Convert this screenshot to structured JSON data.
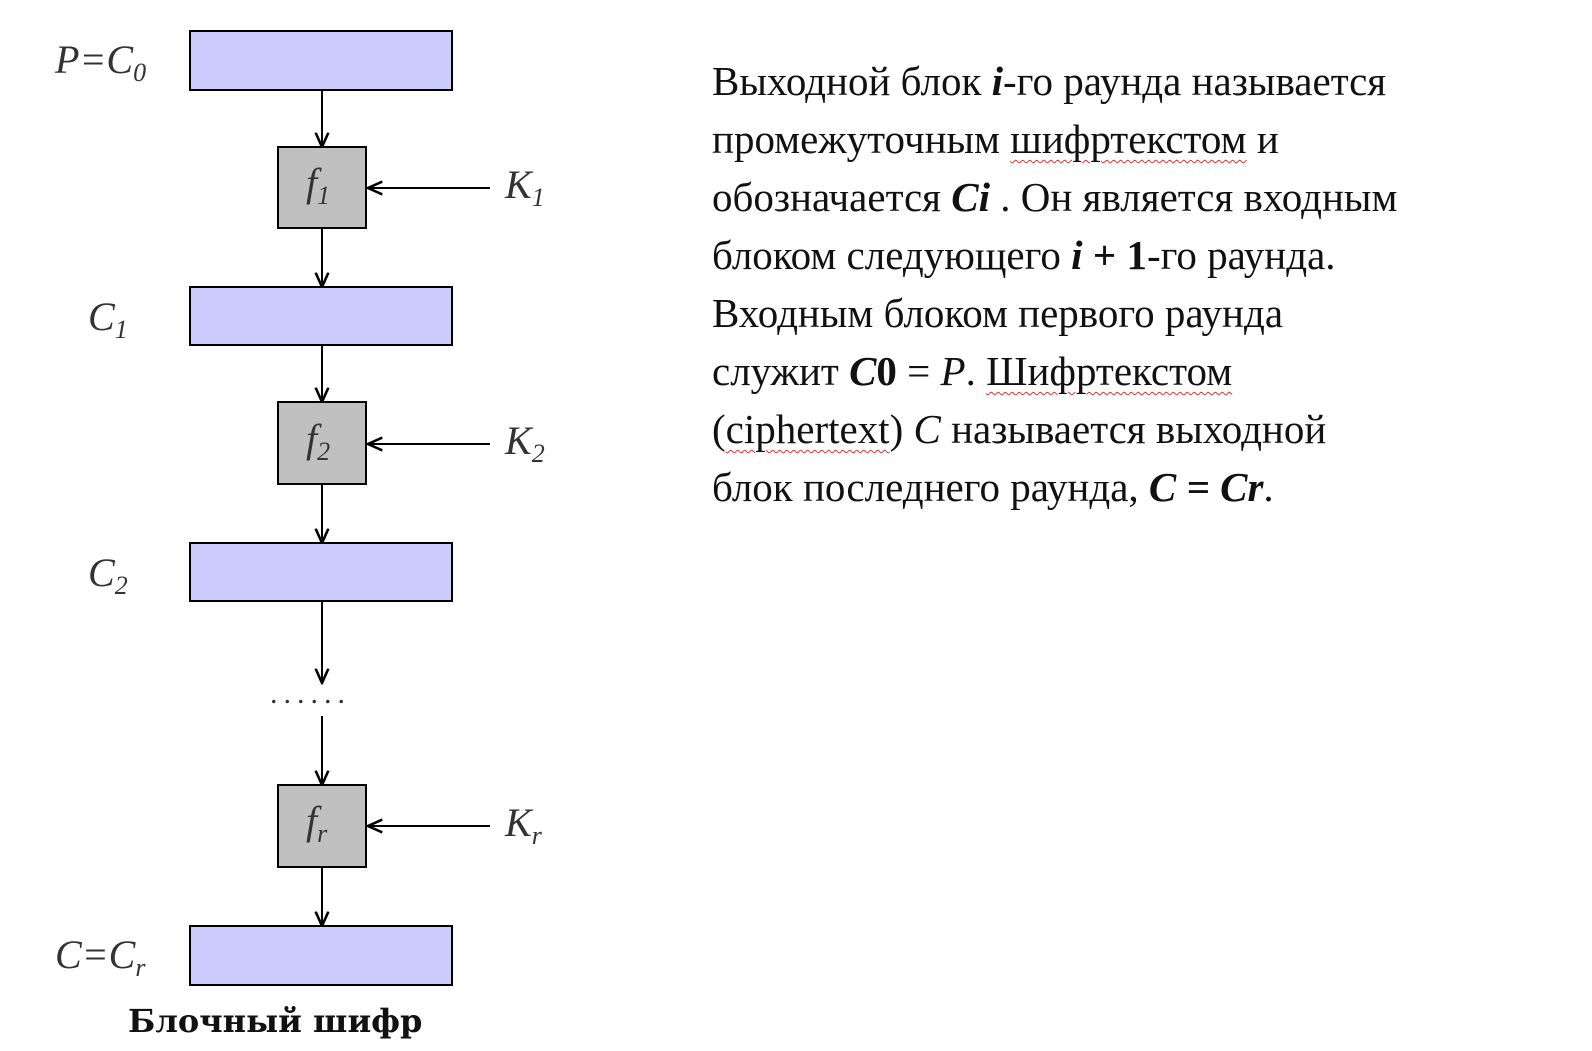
{
  "diagram": {
    "blocks": [
      {
        "label": "P=C",
        "sub": "0"
      },
      {
        "label": "C",
        "sub": "1"
      },
      {
        "label": "C",
        "sub": "2"
      },
      {
        "label": "C=C",
        "sub": "r"
      }
    ],
    "rounds": [
      {
        "func": "f",
        "func_sub": "1",
        "key": "K",
        "key_sub": "1"
      },
      {
        "func": "f",
        "func_sub": "2",
        "key": "K",
        "key_sub": "2"
      },
      {
        "func": "f",
        "func_sub": "r",
        "key": "K",
        "key_sub": "r"
      }
    ],
    "ellipsis": "......",
    "caption": "Блочный шифр",
    "colors": {
      "block_fill": "#ccccff",
      "func_fill": "#c0c0c0",
      "stroke": "#000000"
    }
  },
  "description": {
    "l1_a": "Выходной блок ",
    "l1_i": "i",
    "l1_b": "-го раунда называется",
    "l2_a": "промежуточным ",
    "l2_word": "шифртекстом",
    "l2_b": " и",
    "l3_a": "обозначается ",
    "l3_ci": "Ci",
    "l3_b": " . Он является входным",
    "l4_a": "блоком следующего ",
    "l4_i": "i",
    "l4_plus": " + ",
    "l4_one": "1",
    "l4_b": "-го раунда.",
    "l5": "Входным блоком первого раунда",
    "l6_a": "служит ",
    "l6_c": "C",
    "l6_zero": "0",
    "l6_eq": " = ",
    "l6_p": "P",
    "l6_dot": ". ",
    "l6_word": "Шифртекстом",
    "l7_open": "(",
    "l7_word": "ciphertext",
    "l7_close": ") ",
    "l7_c": "C",
    "l7_b": " называется выходной",
    "l8_a": "блок последнего раунда, ",
    "l8_eq": "C = Cr",
    "l8_dot": "."
  }
}
